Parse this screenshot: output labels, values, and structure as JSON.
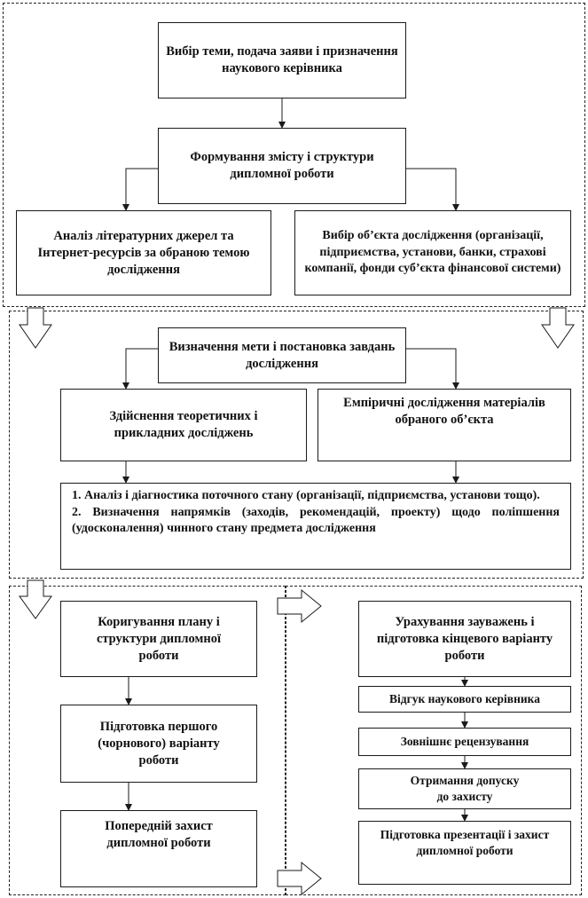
{
  "diagram": {
    "node_select_topic": "Вибір теми, подача заяви і призначення наукового керівника",
    "node_content_structure": "Формування змісту і структури дипломної роботи",
    "node_literature": "Аналіз літературних джерел та Інтернет-ресурсів за обраною темою дослідження",
    "node_object": "Вибір об’єкта дослідження (організації, підприємства, установи, банки, страхові компанії, фонди суб’єкта фінансової системи)",
    "node_goal": "Визначення мети і постановка завдань дослідження",
    "node_theoretical": "Здійснення теоретичних і прикладних досліджень",
    "node_empirical": "Емпіричні дослідження матеріалів обраного об’єкта",
    "node_analysis_1": "1. Аналіз і діагностика поточного стану (організації, підприємства, установи тощо).",
    "node_analysis_2": "2. Визначення напрямків (заходів, рекомендацій, проекту) щодо поліпшення (удосконалення) чинного стану предмета дослідження",
    "node_plan_correction": "Коригування плану і структури дипломної роботи",
    "node_first_draft": "Підготовка першого (чорнового) варіанту роботи",
    "node_pre_defense": "Попередній захист дипломної роботи",
    "node_remarks": "Урахування зауважень і підготовка кінцевого варіанту роботи",
    "node_supervisor_review": "Відгук наукового керівника",
    "node_external_review": "Зовнішнє рецензування",
    "node_admission": "Отримання допуску до захисту",
    "node_presentation": "Підготовка презентації і захист дипломної роботи"
  }
}
